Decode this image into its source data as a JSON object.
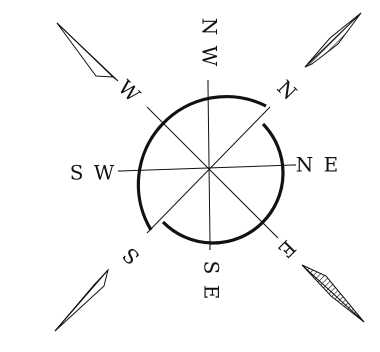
{
  "compass": {
    "labels": {
      "n": "N",
      "nw": "N W",
      "w": "W",
      "sw": "S W",
      "s": "S",
      "se": "S E",
      "e": "E",
      "ne": "N E"
    },
    "icons": {
      "needle_top_left": "outline-needle-icon",
      "needle_top_right": "feather-needle-icon",
      "needle_bottom_left": "outline-needle-icon",
      "needle_bottom_right": "hatched-needle-icon"
    },
    "colors": {
      "line": "#111111",
      "background": "#ffffff"
    }
  }
}
